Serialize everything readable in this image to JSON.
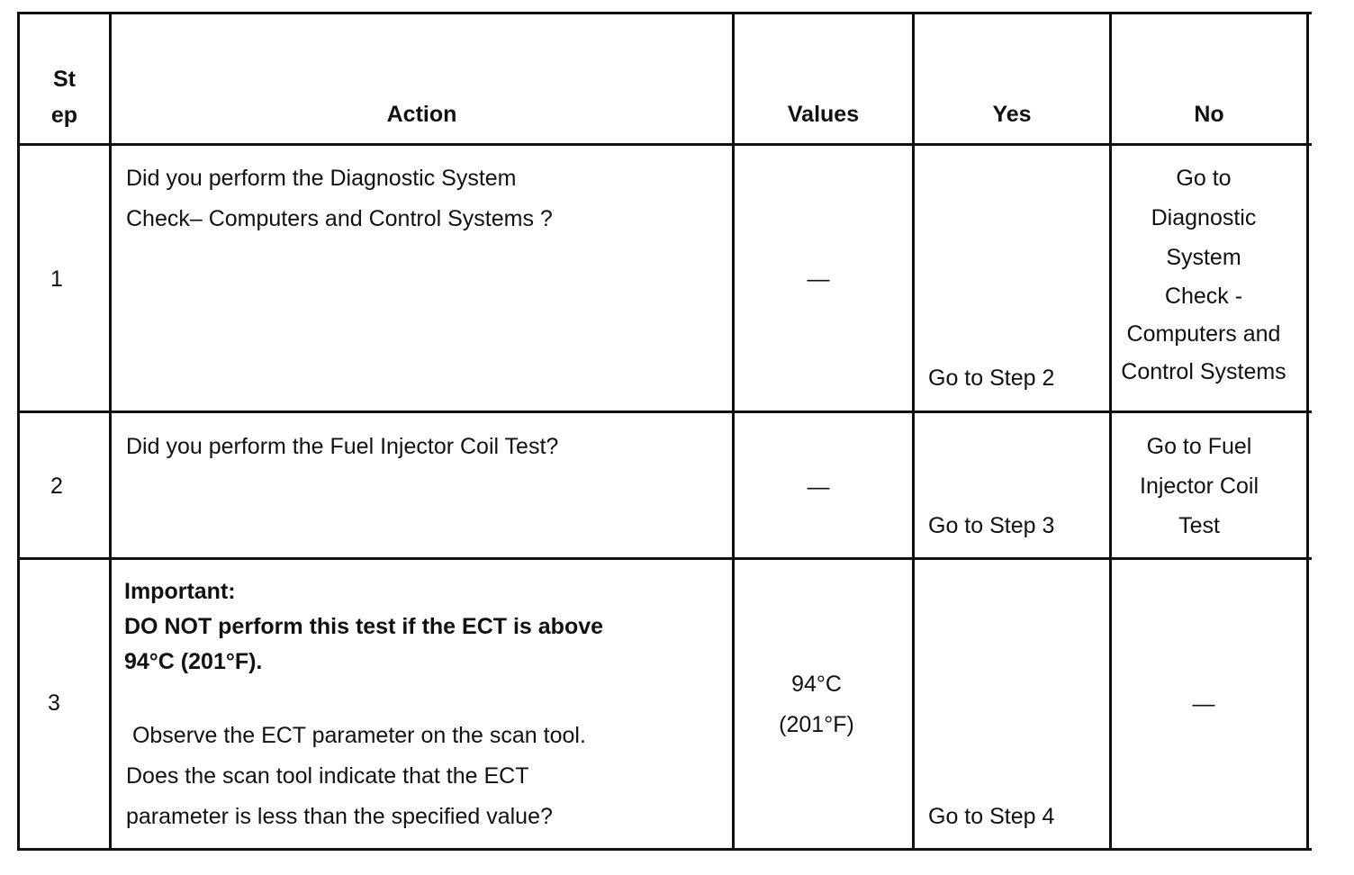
{
  "headers": {
    "step_line1": "St",
    "step_line2": "ep",
    "action": "Action",
    "values": "Values",
    "yes": "Yes",
    "no": "No"
  },
  "rows": [
    {
      "step": "1",
      "action_lines": [
        "Did you perform the Diagnostic System",
        "Check– Computers and  Control Systems ?"
      ],
      "value": "—",
      "yes": "Go to Step 2",
      "no_lines": [
        "Go to",
        "Diagnostic",
        "System",
        "Check -",
        "Computers and",
        "Control Systems"
      ]
    },
    {
      "step": "2",
      "action_lines": [
        "Did you perform the Fuel Injector Coil Test?"
      ],
      "value": "—",
      "yes": "Go to Step 3",
      "no_lines": [
        "Go to Fuel",
        "Injector Coil",
        "Test"
      ]
    },
    {
      "step": "3",
      "important_label": "Important:",
      "important_lines": [
        "DO NOT perform this test if the ECT is above",
        "94°C (201°F)."
      ],
      "action_lines": [
        " Observe the ECT parameter on the scan tool.",
        "Does the scan tool indicate that the ECT",
        "parameter is less than the specified value?"
      ],
      "value_lines": [
        "94°C",
        "(201°F)"
      ],
      "yes": "Go to Step 4",
      "no": "—"
    }
  ]
}
